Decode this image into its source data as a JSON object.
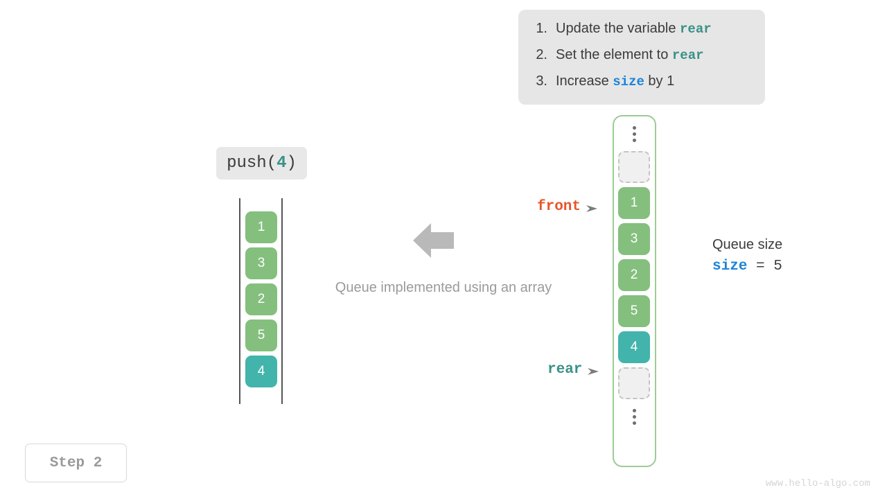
{
  "instructions": {
    "items": [
      {
        "num": "1.",
        "pre": "Update the variable ",
        "code": "rear",
        "code_style": "teal",
        "post": ""
      },
      {
        "num": "2.",
        "pre": "Set the element to ",
        "code": "rear",
        "code_style": "teal",
        "post": ""
      },
      {
        "num": "3.",
        "pre": "Increase ",
        "code": "size",
        "code_style": "blue",
        "post": " by 1"
      }
    ]
  },
  "operation": {
    "name": "push(",
    "arg": "4",
    "close": ")"
  },
  "left_array": {
    "cells": [
      {
        "value": "1",
        "style": "green"
      },
      {
        "value": "3",
        "style": "green"
      },
      {
        "value": "2",
        "style": "green"
      },
      {
        "value": "5",
        "style": "green"
      },
      {
        "value": "4",
        "style": "teal"
      }
    ]
  },
  "center": {
    "caption": "Queue implemented using an array",
    "arrow_icon": "arrow-left-icon"
  },
  "right_array": {
    "top_dots": "vertical-ellipsis-icon",
    "bottom_dots": "vertical-ellipsis-icon",
    "cells": [
      {
        "value": "",
        "style": "empty"
      },
      {
        "value": "1",
        "style": "green"
      },
      {
        "value": "3",
        "style": "green"
      },
      {
        "value": "2",
        "style": "green"
      },
      {
        "value": "5",
        "style": "green"
      },
      {
        "value": "4",
        "style": "teal"
      },
      {
        "value": "",
        "style": "empty"
      }
    ]
  },
  "pointers": {
    "front": {
      "label": "front",
      "color": "#e8552a"
    },
    "rear": {
      "label": "rear",
      "color": "#3a9188"
    }
  },
  "size_readout": {
    "title": "Queue size",
    "var": "size",
    "operator": " = ",
    "value": "5"
  },
  "step_badge": {
    "label": "Step 2"
  },
  "watermark": {
    "text": "www.hello-algo.com"
  },
  "colors": {
    "green": "#84bf7e",
    "teal": "#42b4ab",
    "orange": "#e8552a",
    "blue": "#1c84db",
    "container_border": "#9ccb96",
    "panel_bg": "#e6e6e6"
  }
}
